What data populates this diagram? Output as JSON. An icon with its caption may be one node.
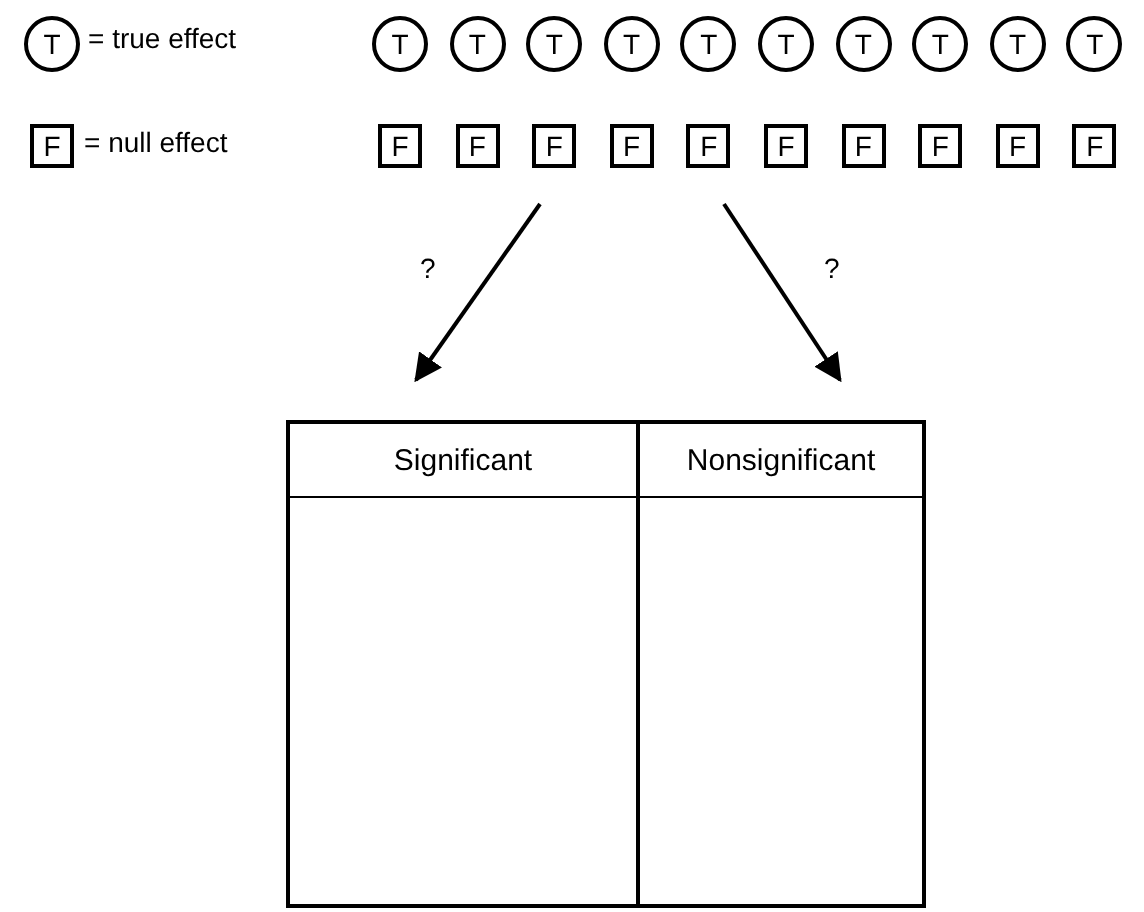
{
  "diagram": {
    "nodes": [
      {
        "text": [
          "T"
        ],
        "beside": [
          "= true effect"
        ]
      },
      {
        "text": [
          "T"
        ]
      },
      {
        "text": [
          "T"
        ]
      },
      {
        "text": [
          "T"
        ]
      },
      {
        "text": [
          "T"
        ]
      },
      {
        "text": [
          "T"
        ]
      },
      {
        "text": [
          "T"
        ]
      },
      {
        "text": [
          "T"
        ]
      },
      {
        "text": [
          "T"
        ]
      },
      {
        "text": [
          "T"
        ]
      },
      {
        "text": [
          "T"
        ]
      },
      {
        "text": [
          "F"
        ],
        "beside": [
          "= null effect"
        ]
      },
      {
        "text": [
          "F"
        ]
      },
      {
        "text": [
          "F"
        ]
      },
      {
        "text": [
          "F"
        ]
      },
      {
        "text": [
          "F"
        ]
      },
      {
        "text": [
          "F"
        ]
      },
      {
        "text": [
          "F"
        ]
      },
      {
        "text": [
          "F"
        ]
      },
      {
        "text": [
          "F"
        ]
      },
      {
        "text": [
          "F"
        ]
      },
      {
        "text": [
          "F"
        ]
      },
      {
        "text": [
          "Significant"
        ]
      },
      {
        "text": [
          "Nonsignificant"
        ]
      }
    ],
    "edges": [
      {
        "from": null,
        "to": 22,
        "arrow": "to",
        "label": "?"
      },
      {
        "from": null,
        "to": 23,
        "arrow": "to",
        "label": "?"
      }
    ]
  }
}
